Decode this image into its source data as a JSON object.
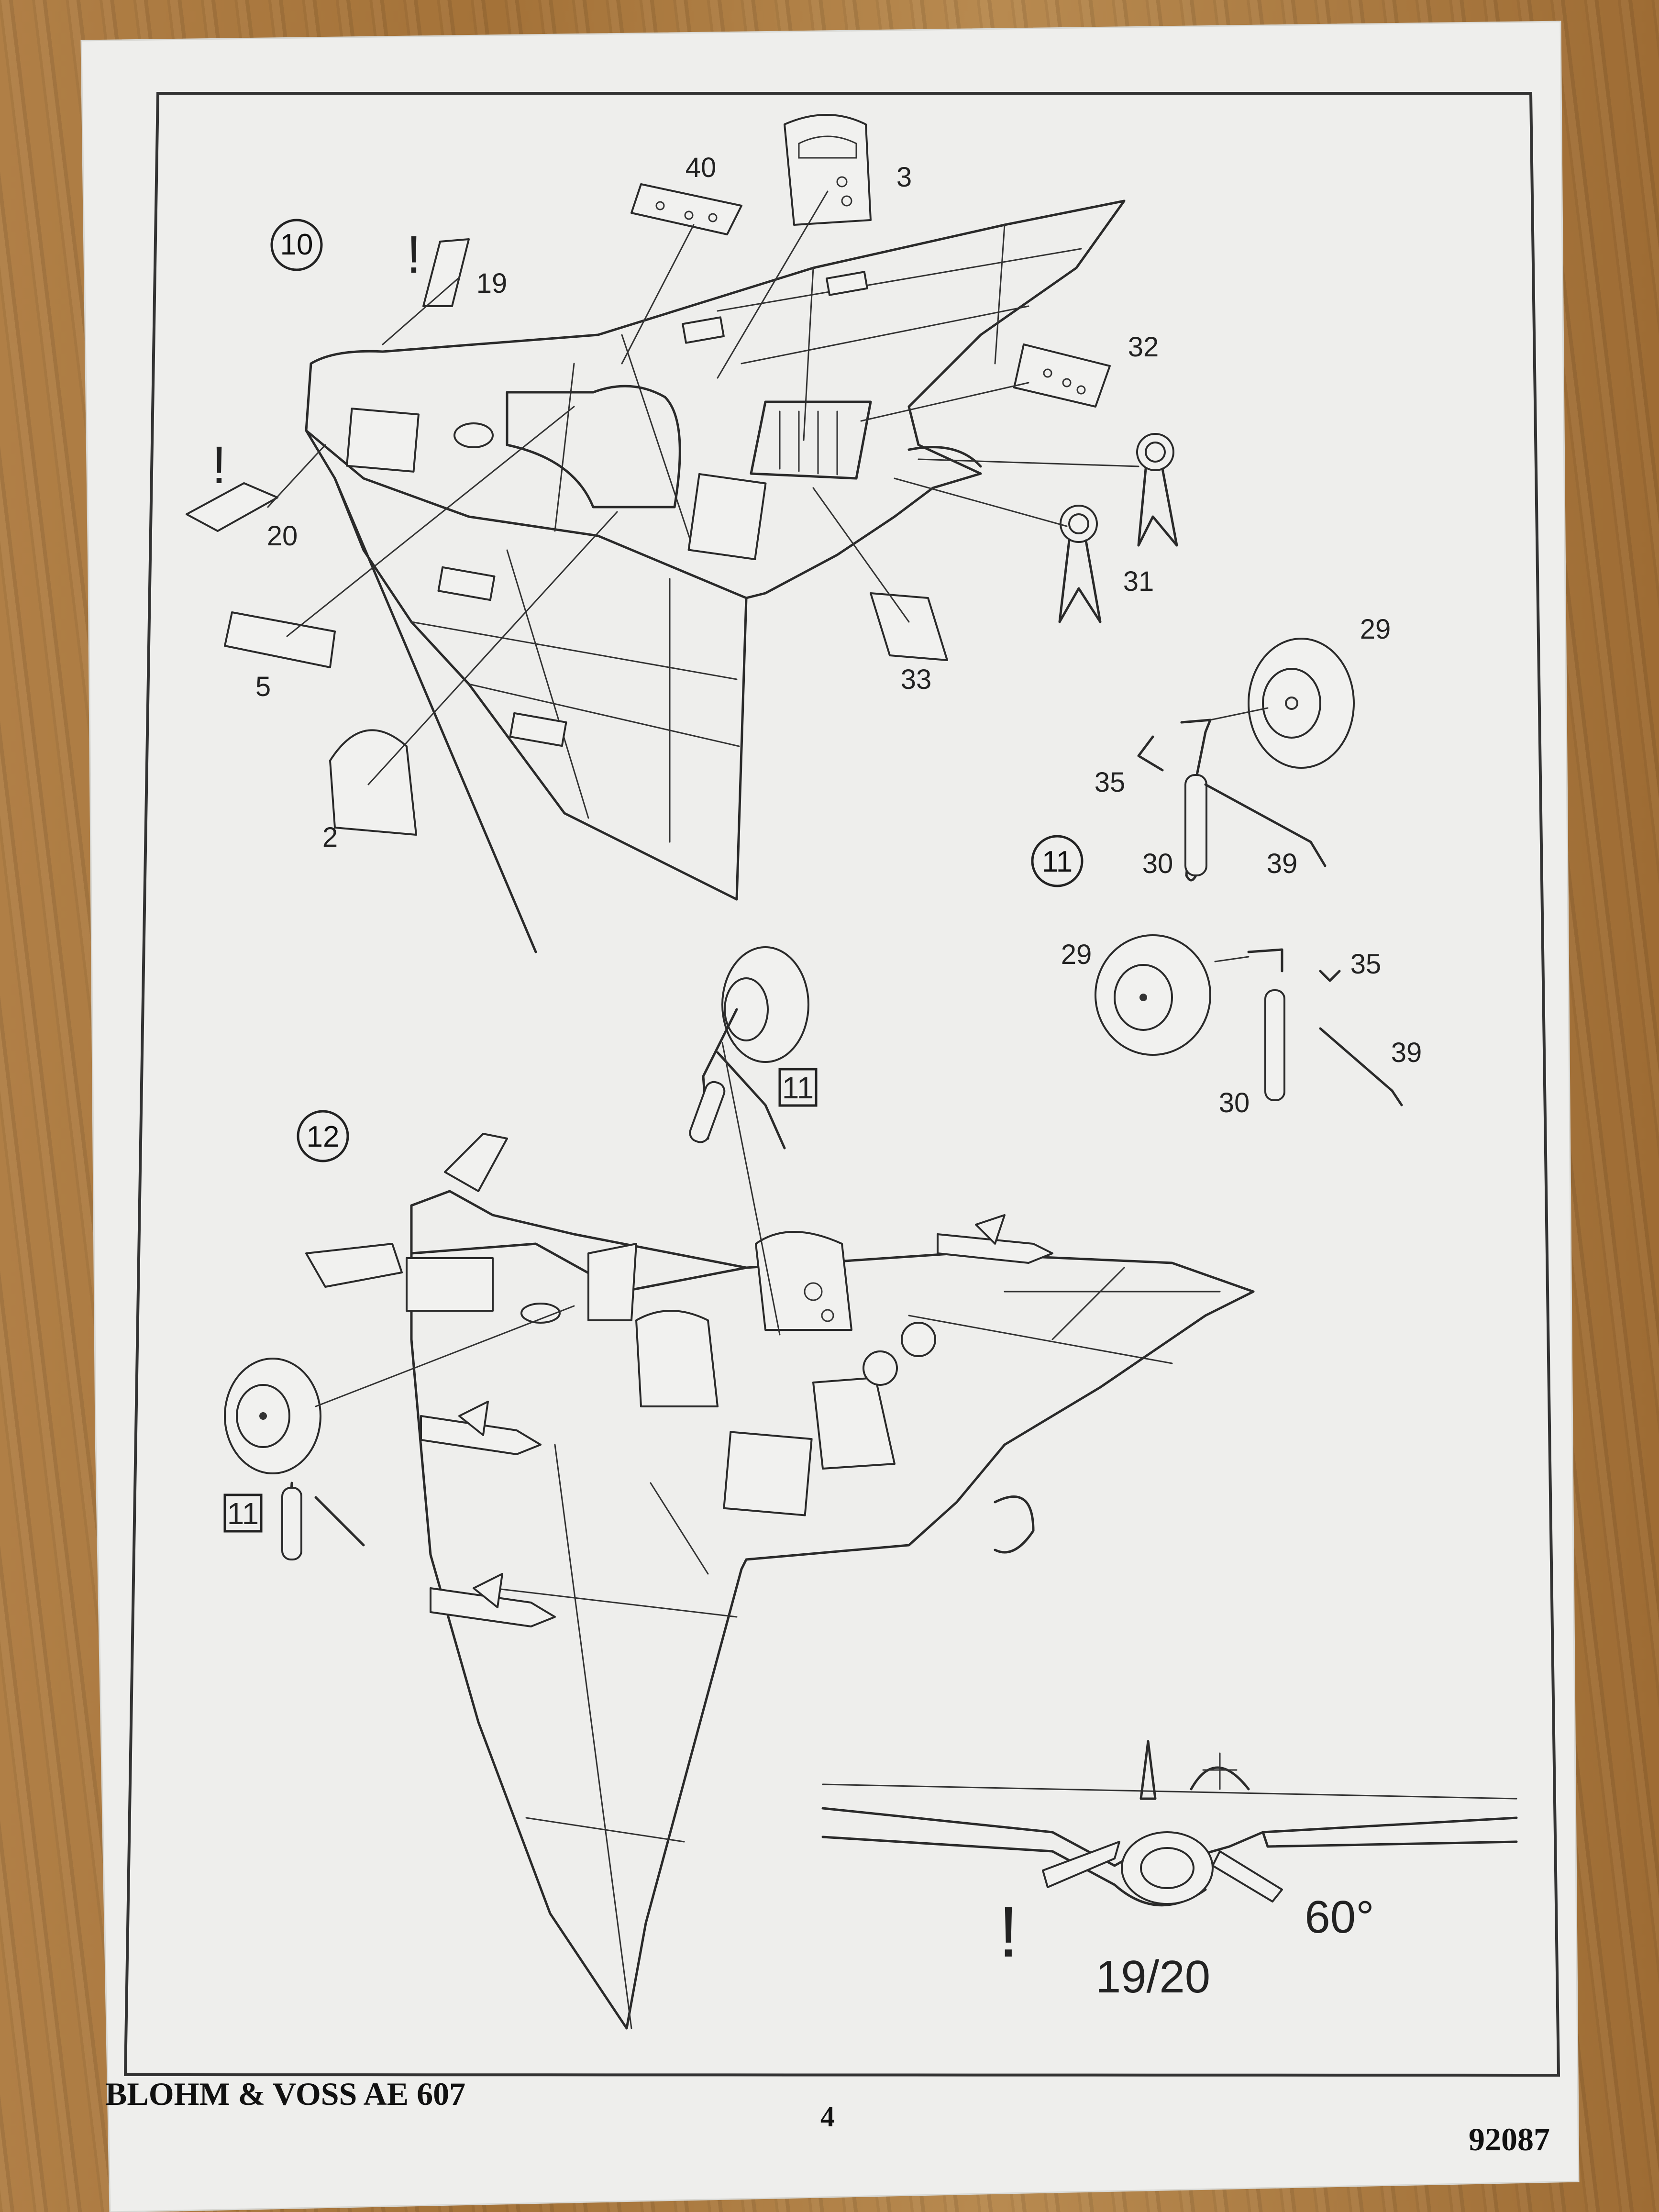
{
  "steps": {
    "s10": "10",
    "s11": "11",
    "s12": "12"
  },
  "parts": {
    "p40": "40",
    "p3": "3",
    "p19": "19",
    "p32": "32",
    "p20": "20",
    "p31": "31",
    "p5": "5",
    "p33": "33",
    "p29a": "29",
    "p35a": "35",
    "p30a": "30",
    "p39a": "39",
    "p2": "2",
    "p29b": "29",
    "p35b": "35",
    "p39b": "39",
    "p30b": "30"
  },
  "callouts": {
    "warn1": "!",
    "warn2": "!",
    "warn3": "!",
    "ref11a": "11",
    "ref11b": "11"
  },
  "detail": {
    "angle": "60°",
    "parts": "19/20"
  },
  "footer": {
    "title": "BLOHM & VOSS AE 607",
    "page": "4",
    "code": "92087"
  },
  "colors": {
    "paper": "#efefed",
    "ink": "#2a2a2a",
    "wood": "#a8783e"
  }
}
